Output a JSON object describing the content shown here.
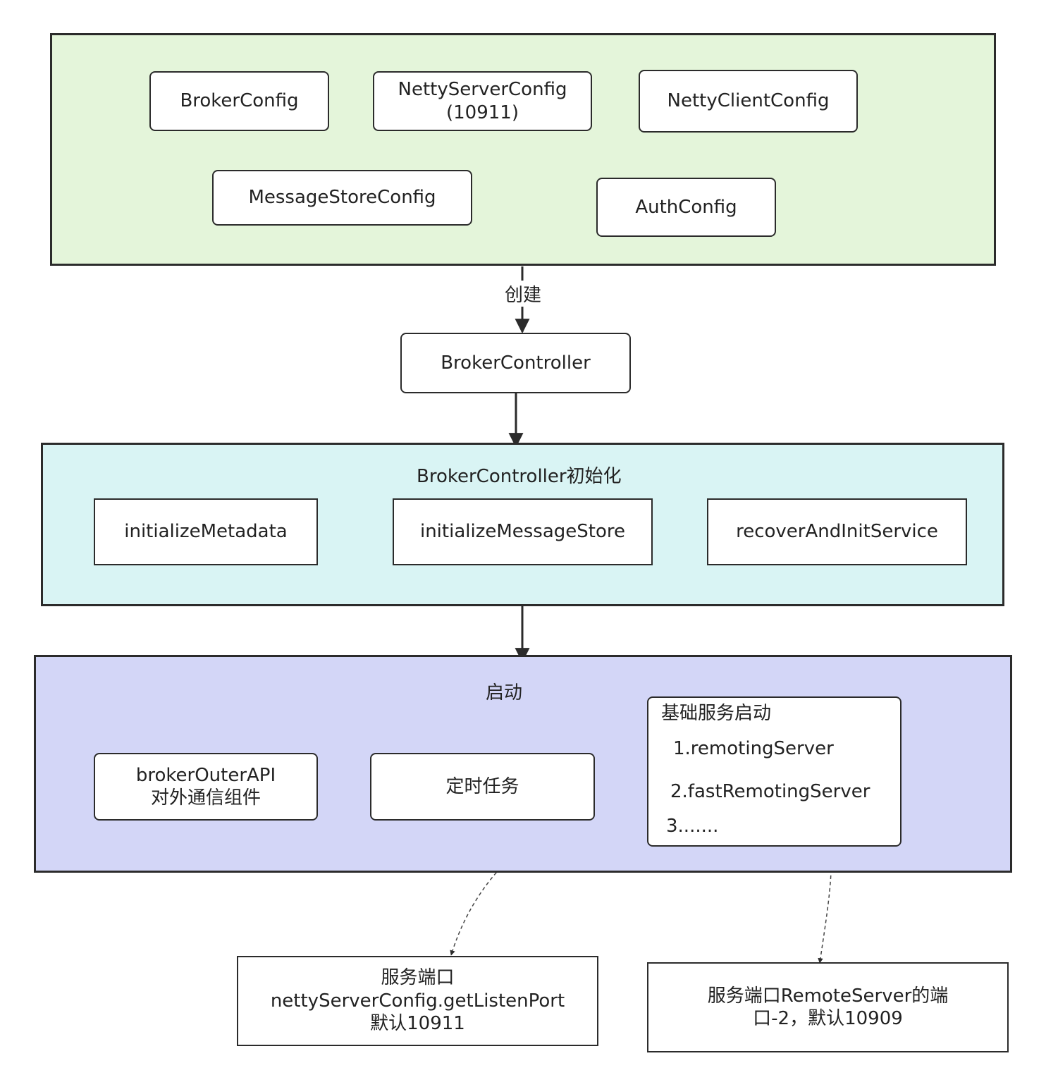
{
  "colors": {
    "config_group": "#e4f5da",
    "init_group": "#d9f4f4",
    "start_group": "#d3d6f7",
    "stroke": "#2b2b2b"
  },
  "config_group": {
    "boxes": {
      "broker_config": [
        "BrokerConfig"
      ],
      "netty_server_config": [
        "NettyServerConfig",
        "(10911)"
      ],
      "netty_client_config": [
        "NettyClientConfig"
      ],
      "message_store_config": [
        "MessageStoreConfig"
      ],
      "auth_config": [
        "AuthConfig"
      ]
    }
  },
  "create_label": "创建",
  "broker_controller": "BrokerController",
  "init_group": {
    "title": "BrokerController初始化",
    "boxes": {
      "initialize_metadata": "initializeMetadata",
      "initialize_message_store": "initializeMessageStore",
      "recover_and_init_service": "recoverAndInitService"
    }
  },
  "start_group": {
    "title": "启动",
    "broker_outer_api": [
      "brokerOuterAPI",
      "对外通信组件"
    ],
    "scheduled_tasks": "定时任务",
    "basic_services": {
      "title": "基础服务启动",
      "items": [
        "1.remotingServer",
        "2.fastRemotingServer",
        "3......."
      ]
    }
  },
  "service_port_box": [
    "服务端口",
    "nettyServerConfig.getListenPort",
    "默认10911"
  ],
  "remote_server_port_box": [
    "服务端口RemoteServer的端",
    "口-2，默认10909"
  ]
}
